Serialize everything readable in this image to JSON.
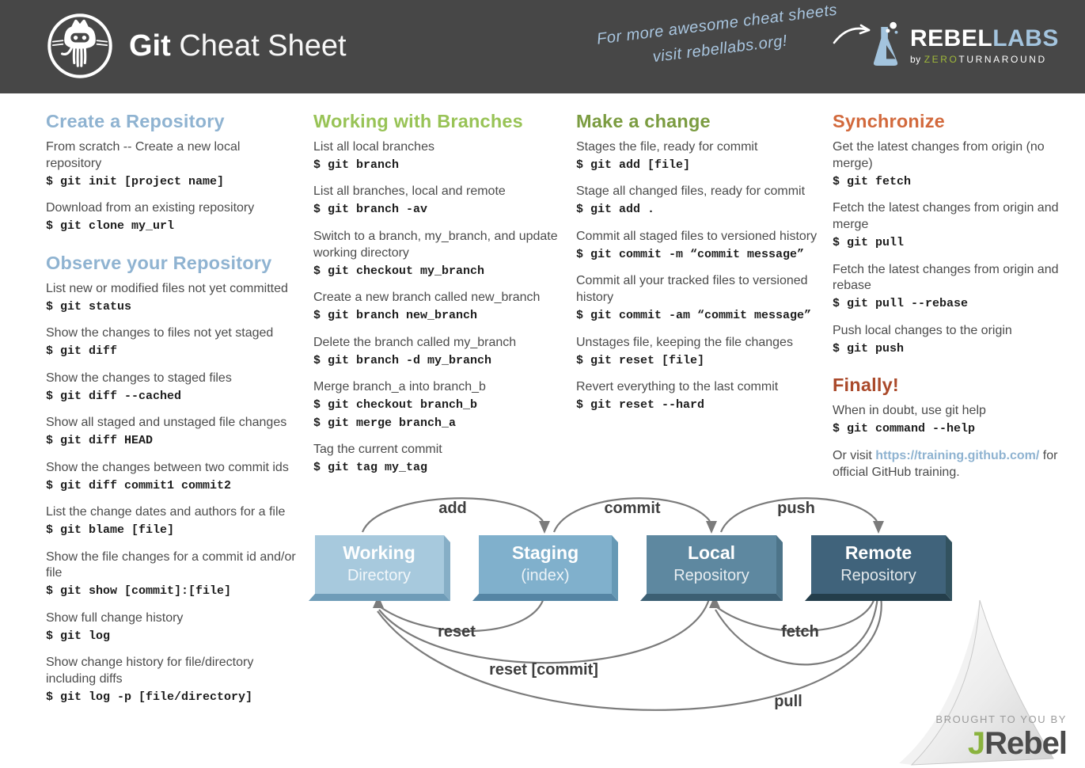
{
  "header": {
    "title_bold": "Git",
    "title_regular": "Cheat Sheet",
    "note_line1": "For more awesome cheat sheets",
    "note_line2": "visit rebellabs.org!",
    "brand": {
      "rebel": "REBEL",
      "labs": "LABS",
      "by": "by",
      "zero": "ZERO",
      "turnaround": "TURNAROUND"
    }
  },
  "columns": [
    {
      "sections": [
        {
          "heading": "Create a Repository",
          "color": "#8fb3d1",
          "entries": [
            {
              "desc": "From scratch -- Create a new local repository",
              "code": [
                "$ git init [project name]"
              ]
            },
            {
              "desc": "Download from an existing repository",
              "code": [
                "$ git clone my_url"
              ]
            }
          ]
        },
        {
          "heading": "Observe your Repository",
          "color": "#8fb3d1",
          "entries": [
            {
              "desc": "List new or modified files not yet committed",
              "code": [
                "$ git status"
              ]
            },
            {
              "desc": "Show the changes to files not yet staged",
              "code": [
                "$ git diff"
              ]
            },
            {
              "desc": "Show the changes to staged files",
              "code": [
                "$ git diff --cached"
              ]
            },
            {
              "desc": "Show all staged and unstaged file changes",
              "code": [
                "$ git diff HEAD"
              ]
            },
            {
              "desc": "Show the changes between two commit ids",
              "code": [
                "$ git diff commit1 commit2"
              ]
            },
            {
              "desc": "List the change dates and authors for a file",
              "code": [
                "$ git blame [file]"
              ]
            },
            {
              "desc": "Show the file changes for a commit id and/or file",
              "code": [
                "$ git show [commit]:[file]"
              ]
            },
            {
              "desc": "Show full change history",
              "code": [
                "$ git log"
              ]
            },
            {
              "desc": "Show change history for file/directory including diffs",
              "code": [
                "$ git log -p [file/directory]"
              ]
            }
          ]
        }
      ]
    },
    {
      "sections": [
        {
          "heading": "Working with Branches",
          "color": "#98c356",
          "entries": [
            {
              "desc": "List all local branches",
              "code": [
                "$ git branch"
              ]
            },
            {
              "desc": "List all branches, local and remote",
              "code": [
                "$ git branch -av"
              ]
            },
            {
              "desc": "Switch to a branch, my_branch, and update working directory",
              "code": [
                "$ git checkout my_branch"
              ]
            },
            {
              "desc": "Create a new branch called new_branch",
              "code": [
                "$ git branch new_branch"
              ]
            },
            {
              "desc": "Delete the branch called my_branch",
              "code": [
                "$ git branch -d my_branch"
              ]
            },
            {
              "desc": "Merge branch_a into branch_b",
              "code": [
                "$ git checkout branch_b",
                "$ git merge branch_a"
              ]
            },
            {
              "desc": "Tag the current commit",
              "code": [
                "$ git tag my_tag"
              ]
            }
          ]
        }
      ]
    },
    {
      "sections": [
        {
          "heading": "Make a change",
          "color": "#7b9c41",
          "entries": [
            {
              "desc": "Stages the file, ready for commit",
              "code": [
                "$ git add [file]"
              ]
            },
            {
              "desc": "Stage all changed files, ready for commit",
              "code": [
                "$ git add ."
              ]
            },
            {
              "desc": "Commit all staged files to versioned history",
              "code": [
                "$ git commit -m “commit message”"
              ]
            },
            {
              "desc": "Commit all your tracked files to versioned history",
              "code": [
                "$ git commit -am “commit message”"
              ]
            },
            {
              "desc": "Unstages file, keeping the file changes",
              "code": [
                "$ git reset [file]"
              ]
            },
            {
              "desc": "Revert everything to the last commit",
              "code": [
                "$ git reset --hard"
              ]
            }
          ]
        }
      ]
    },
    {
      "sections": [
        {
          "heading": "Synchronize",
          "color": "#d2693c",
          "entries": [
            {
              "desc": "Get the latest changes from origin (no merge)",
              "code": [
                "$ git fetch"
              ]
            },
            {
              "desc": "Fetch the latest changes from origin and merge",
              "code": [
                "$ git pull"
              ]
            },
            {
              "desc": "Fetch the latest changes from origin and rebase",
              "code": [
                "$ git pull --rebase"
              ]
            },
            {
              "desc": "Push local changes to the origin",
              "code": [
                "$ git push"
              ]
            }
          ]
        },
        {
          "heading": "Finally!",
          "color": "#aa4a2b",
          "entries": [
            {
              "desc": "When in doubt, use git help",
              "code": [
                "$ git command --help"
              ]
            },
            {
              "desc_prefix": "Or visit ",
              "link": "https://training.github.com/",
              "desc_suffix": " for official GitHub training.",
              "code": []
            }
          ]
        }
      ]
    }
  ],
  "diagram": {
    "boxes": [
      {
        "title": "Working",
        "subtitle": "Directory"
      },
      {
        "title": "Staging",
        "subtitle": "(index)"
      },
      {
        "title": "Local",
        "subtitle": "Repository"
      },
      {
        "title": "Remote",
        "subtitle": "Repository"
      }
    ],
    "labels": {
      "add": "add",
      "commit": "commit",
      "push": "push",
      "reset": "reset",
      "fetch": "fetch",
      "reset_commit": "reset [commit]",
      "pull": "pull"
    }
  },
  "footer": {
    "brought_by": "BROUGHT TO YOU BY",
    "jrebel_j": "J",
    "jrebel_rest": "Rebel"
  },
  "colors": {
    "header_bg": "#474747",
    "blue_heading": "#8fb3d1",
    "green_bright": "#98c356",
    "green_olive": "#7b9c41",
    "orange": "#d2693c",
    "rust": "#aa4a2b",
    "link": "#8fb3d1",
    "body_text": "#4c4c4c",
    "code_text": "#1d1d1d",
    "note_blue": "#a9c6e0",
    "brand_blue": "#a3c4de",
    "brand_green": "#a0b93a",
    "jrebel_green": "#8ab33e",
    "box_working": "#a7c9dd",
    "box_staging": "#80b0cc",
    "box_local": "#5e88a0",
    "box_remote": "#40637b",
    "arrow": "#7b7b7b"
  }
}
